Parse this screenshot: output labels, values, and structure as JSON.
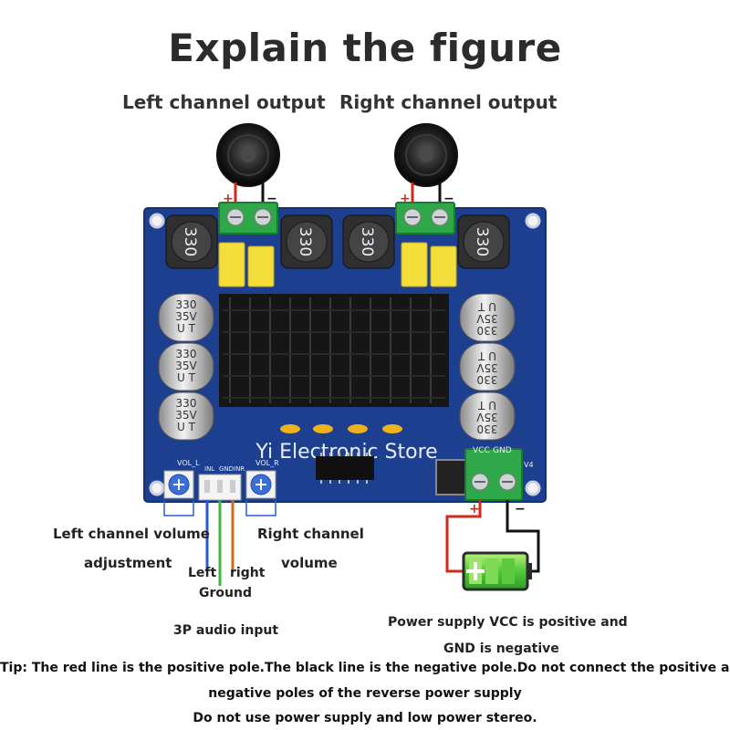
{
  "title": "Explain the figure",
  "outputs": {
    "left": "Left channel output",
    "right": "Right channel output"
  },
  "polarity": {
    "plus": "+",
    "minus": "−"
  },
  "board": {
    "inductor_mark": "330",
    "cap_lines": [
      "330",
      "35V",
      "U T"
    ],
    "watermark": "Yi Electronic Store",
    "pins_audio": [
      "INL",
      "GND",
      "INR"
    ],
    "pins_power": [
      "VCC",
      "GND"
    ],
    "vol_l": "VOL_L",
    "vol_r": "VOL_R",
    "ref_v4": "V4"
  },
  "labels": {
    "left_volume_1": "Left channel volume",
    "left_volume_2": "adjustment",
    "right_volume_1": "Right channel",
    "right_volume_2": "volume",
    "left": "Left",
    "right": "right",
    "ground": "Ground",
    "audio_input": "3P audio input",
    "power_1": "Power supply VCC is positive and",
    "power_2": "GND is negative"
  },
  "tips": [
    "Tip: The red line is the positive pole.The black line is the negative pole.Do not connect the positive and",
    "negative poles of the reverse power supply",
    "Do not use power supply and low power stereo."
  ],
  "colors": {
    "pcb": "#1d3f8f",
    "wire_red": "#d42a1e",
    "wire_black": "#111111",
    "wire_blue": "#2a5bd6",
    "wire_green": "#3db83d",
    "wire_orange": "#d06a1f",
    "terminal": "#2fa84a",
    "yellow_cap": "#f4de3a",
    "battery": "#62d24a"
  }
}
